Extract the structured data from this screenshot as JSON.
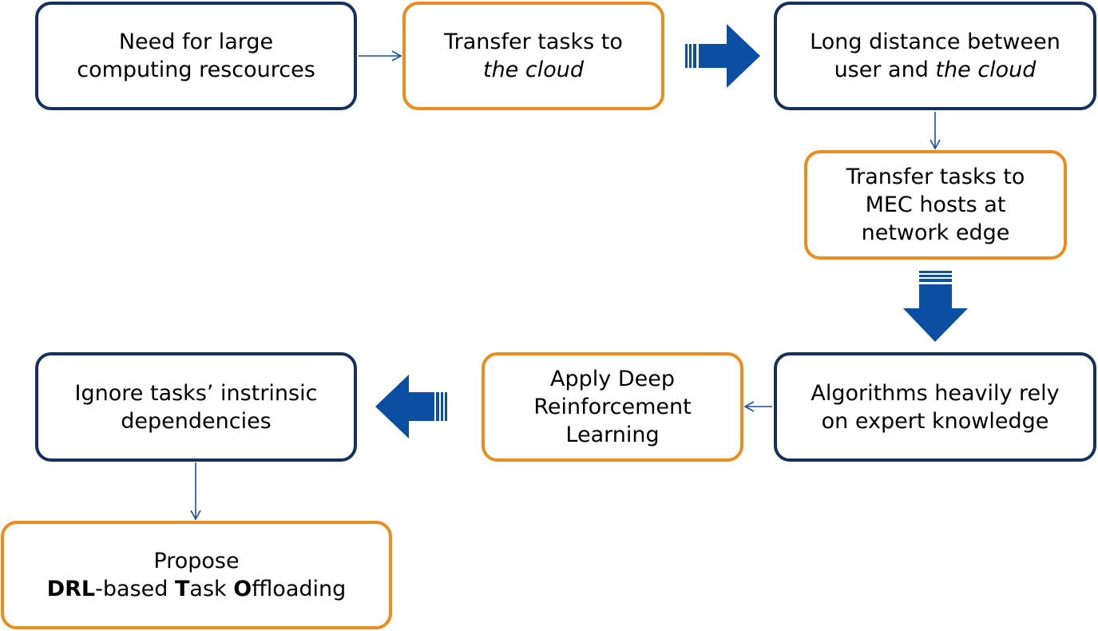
{
  "colors": {
    "navy_border": "#13305e",
    "orange_border": "#ec8c1e",
    "arrow_blue": "#0b4ea2",
    "connector_blue": "#1a4f9c"
  },
  "nodes": {
    "b1": {
      "lines": [
        "Need for large",
        "computing rescources"
      ]
    },
    "b2": {
      "line1": "Transfer tasks to",
      "line2": "the cloud"
    },
    "b3": {
      "line1": "Long distance between",
      "line2_prefix": "user and ",
      "line2_italic": "the cloud"
    },
    "b4": {
      "lines": [
        "Transfer tasks to",
        "MEC hosts at",
        "network edge"
      ]
    },
    "b5": {
      "lines": [
        "Algorithms heavily rely",
        "on expert knowledge"
      ]
    },
    "b6": {
      "lines": [
        "Apply Deep",
        "Reinforcement",
        "Learning"
      ]
    },
    "b7": {
      "lines": [
        "Ignore tasks’ instrinsic",
        "dependencies"
      ]
    },
    "b8": {
      "line1": "Propose",
      "d": "DRL",
      "d_rest": "-based ",
      "t": "T",
      "t_rest": "ask ",
      "o": "O",
      "o_rest": "ffloading"
    }
  }
}
